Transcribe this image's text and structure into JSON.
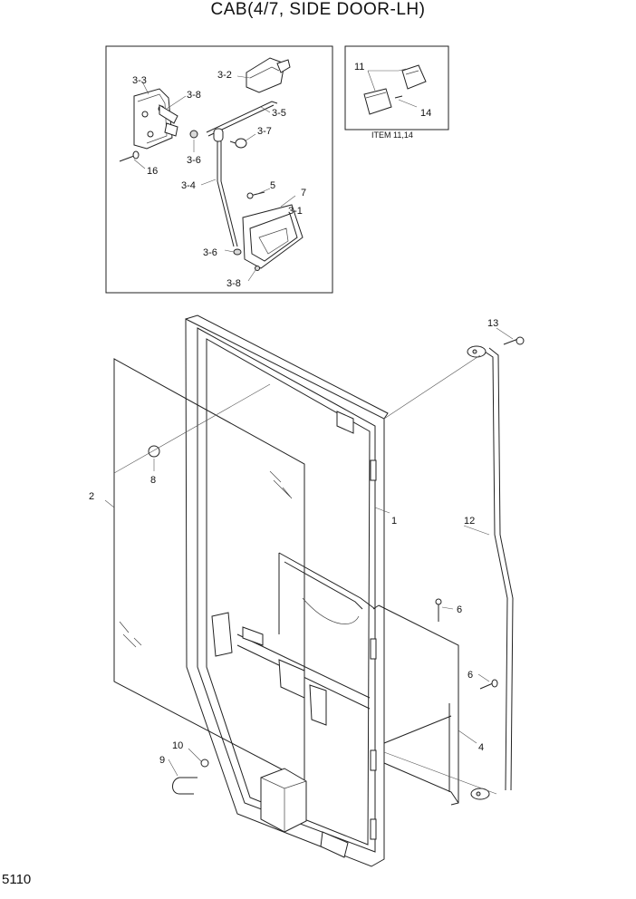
{
  "title": "CAB(4/7, SIDE DOOR-LH)",
  "page_number": "5110",
  "inset_item_caption": "ITEM 11,14",
  "callouts": {
    "c_3_3": "3-3",
    "c_3_8a": "3-8",
    "c_3_2": "3-2",
    "c_3_5": "3-5",
    "c_3_7": "3-7",
    "c_3_6a": "3-6",
    "c_16": "16",
    "c_3_4": "3-4",
    "c_5": "5",
    "c_7": "7",
    "c_3_1": "3-1",
    "c_3_6b": "3-6",
    "c_3_8b": "3-8",
    "c_11": "11",
    "c_14": "14",
    "c_13": "13",
    "c_8": "8",
    "c_2": "2",
    "c_1": "1",
    "c_12": "12",
    "c_6a": "6",
    "c_6b": "6",
    "c_4": "4",
    "c_10": "10",
    "c_9": "9"
  }
}
